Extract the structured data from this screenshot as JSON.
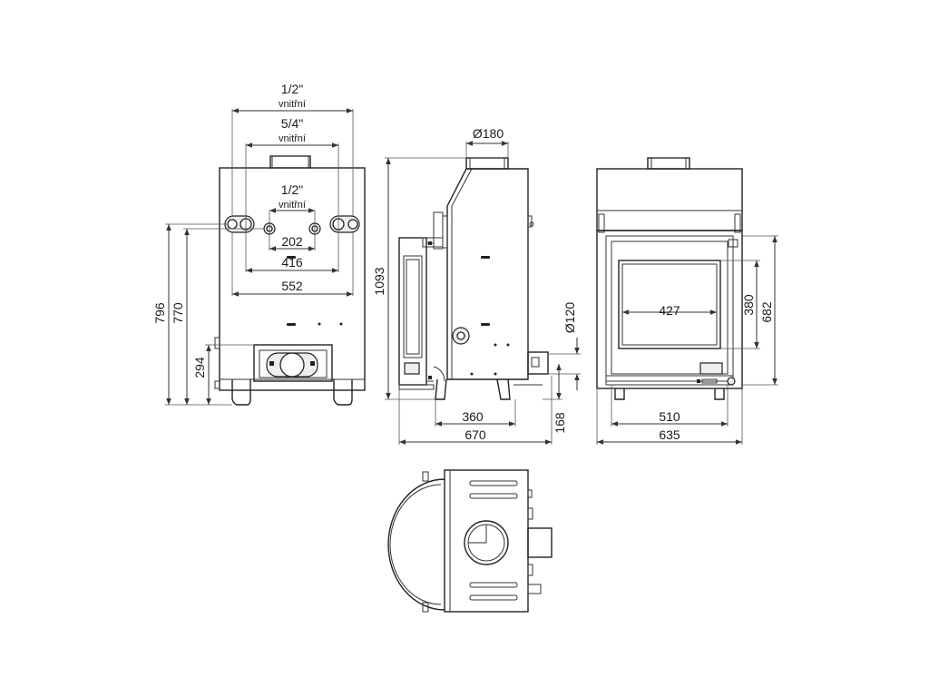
{
  "drawing": {
    "back_view": {
      "dim_top_pipe": "1/2\"",
      "dim_top_pipe_note": "vnitřní",
      "dim_mid_pipe": "5/4\"",
      "dim_mid_pipe_note": "vnitřní",
      "dim_inner_pipe": "1/2\"",
      "dim_inner_pipe_note": "vnitřní",
      "dim_202": "202",
      "dim_416": "416",
      "dim_552": "552",
      "dim_796": "796",
      "dim_770": "770",
      "dim_294": "294"
    },
    "side_view": {
      "dim_flue": "Ø180",
      "dim_1093": "1093",
      "dim_360": "360",
      "dim_670": "670",
      "dim_air": "Ø120",
      "dim_168": "168"
    },
    "front_view": {
      "dim_427": "427",
      "dim_380": "380",
      "dim_682": "682",
      "dim_510": "510",
      "dim_635": "635"
    }
  }
}
